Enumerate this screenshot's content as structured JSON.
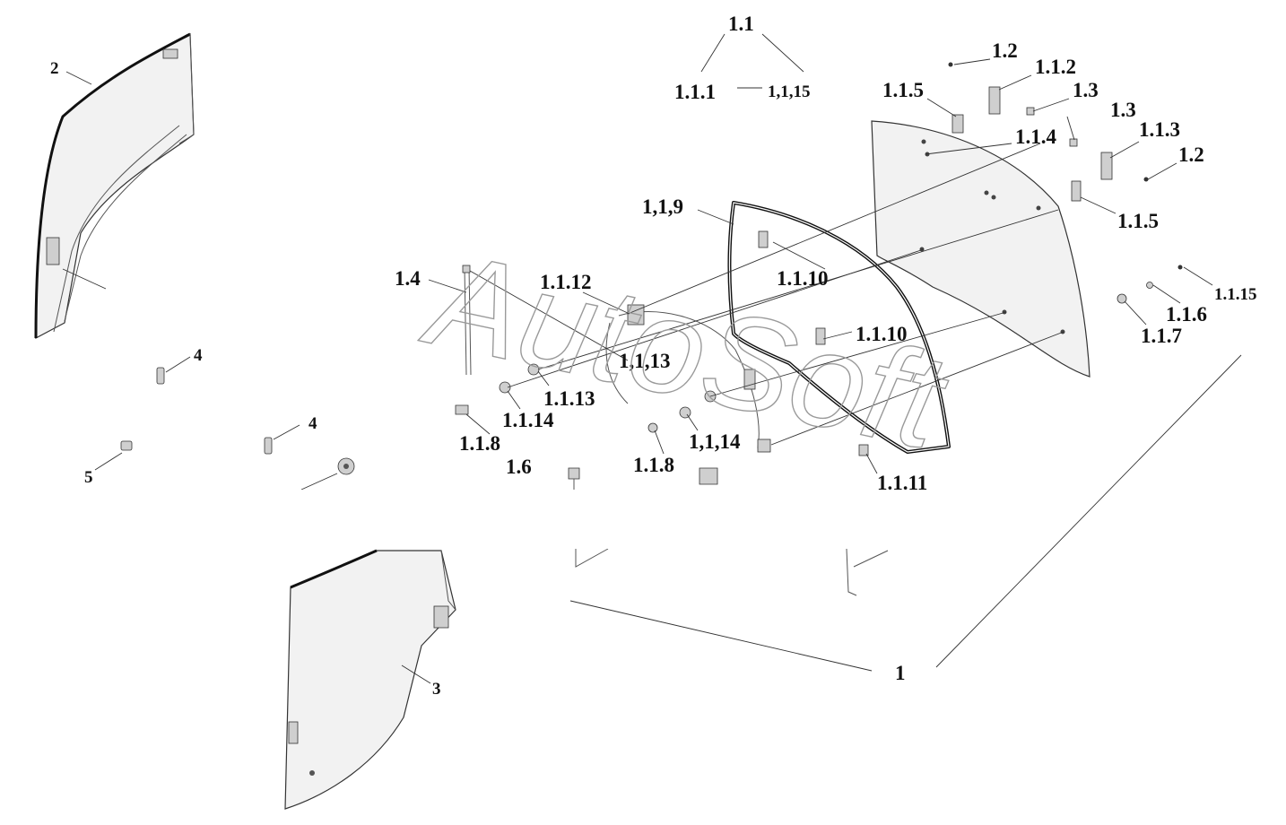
{
  "watermark": "AutoSoft",
  "labels": {
    "l1_1": "1.1",
    "l1_1_1": "1.1.1",
    "l1_1_15_top": "1,1,15",
    "l1_2_a": "1.2",
    "l1_1_2": "1.1.2",
    "l1_1_5_a": "1.1.5",
    "l1_3_a": "1.3",
    "l1_3_b": "1.3",
    "l1_1_4": "1.1.4",
    "l1_1_3": "1.1.3",
    "l1_2_b": "1.2",
    "l1_1_5_b": "1.1.5",
    "l1_1_9": "1,1,9",
    "l1_1_10_a": "1.1.10",
    "l1_1_10_b": "1.1.10",
    "l1_4": "1.4",
    "l1_1_12": "1.1.12",
    "l1_1_13_a": "1,1,13",
    "l1_1_13_b": "1.1.13",
    "l1_1_14_a": "1.1.14",
    "l1_1_14_b": "1,1,14",
    "l1_1_8_a": "1.1.8",
    "l1_1_8_b": "1.1.8",
    "l1_6": "1.6",
    "l1_1_11": "1.1.11",
    "l1_1_15_b": "1.1.15",
    "l1_1_6": "1.1.6",
    "l1_1_7": "1.1.7",
    "l1": "1",
    "l2": "2",
    "l3": "3",
    "l4_a": "4",
    "l4_b": "4",
    "l5": "5"
  }
}
